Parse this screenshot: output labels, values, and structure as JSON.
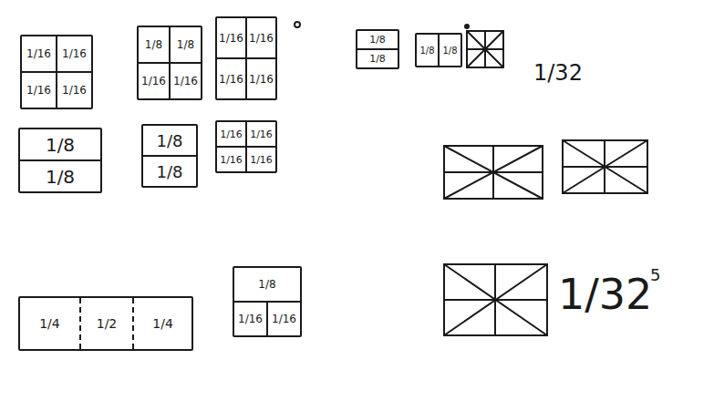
{
  "diagram": {
    "nodes": [
      {
        "text": [
          "1/16",
          "1/16",
          "1/16",
          "1/16"
        ]
      },
      {
        "text": [
          "1/8",
          "1/8",
          "1/16",
          "1/16"
        ]
      },
      {
        "text": [
          "1/16",
          "1/16",
          "1/16",
          "1/16"
        ]
      },
      {
        "text": [
          "1/8",
          "1/8"
        ]
      },
      {
        "text": [
          "1/8",
          "1/8"
        ]
      },
      {
        "text": [
          "1/8",
          "1/8"
        ]
      },
      {
        "text": [
          "1/8",
          "1/8"
        ]
      },
      {
        "text": [
          "1/16",
          "1/16",
          "1/16",
          "1/16"
        ]
      },
      {
        "text": [
          "1/4",
          "1/2",
          "1/4"
        ]
      },
      {
        "text": [
          "1/8",
          "1/16",
          "1/16"
        ]
      }
    ],
    "labels": [
      "1/32",
      "1/32",
      "5"
    ]
  }
}
